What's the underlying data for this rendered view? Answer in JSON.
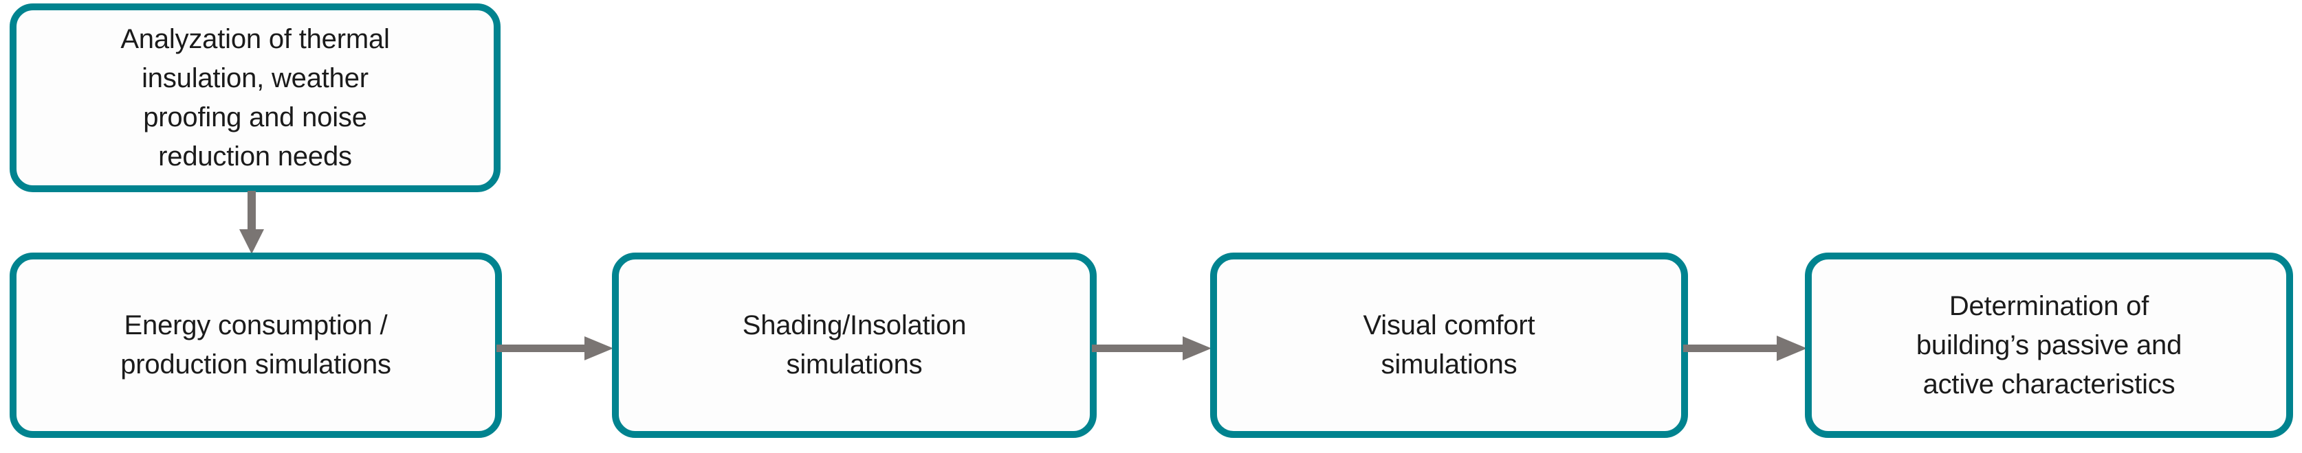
{
  "diagram": {
    "type": "flowchart",
    "orientation": "left-to-right with one vertical entry step",
    "background_color": "#ffffff",
    "node_border_color": "#00838f",
    "node_fill_color": "#fdfdfd",
    "node_text_color": "#1b1b1b",
    "connector_color": "#7a7573",
    "nodes": [
      {
        "id": "analysis",
        "label": "Analyzation of thermal\ninsulation, weather\nproofing and noise\nreduction needs",
        "shape": "rounded-rectangle",
        "row": "top"
      },
      {
        "id": "energy",
        "label": "Energy consumption /\nproduction simulations",
        "shape": "rounded-rectangle",
        "row": "main",
        "order": 1
      },
      {
        "id": "shading",
        "label": "Shading/Insolation\nsimulations",
        "shape": "rounded-rectangle",
        "row": "main",
        "order": 2
      },
      {
        "id": "visual",
        "label": "Visual comfort\nsimulations",
        "shape": "rounded-rectangle",
        "row": "main",
        "order": 3
      },
      {
        "id": "determination",
        "label": "Determination of\nbuilding’s passive and\nactive characteristics",
        "shape": "rounded-rectangle",
        "row": "main",
        "order": 4
      }
    ],
    "connectors": [
      {
        "id": "analysis-to-energy",
        "from": "analysis",
        "to": "energy",
        "direction": "down",
        "style": "solid-arrow"
      },
      {
        "id": "energy-to-shading",
        "from": "energy",
        "to": "shading",
        "direction": "right",
        "style": "solid-arrow"
      },
      {
        "id": "shading-to-visual",
        "from": "shading",
        "to": "visual",
        "direction": "right",
        "style": "solid-arrow"
      },
      {
        "id": "visual-to-determination",
        "from": "visual",
        "to": "determination",
        "direction": "right",
        "style": "solid-arrow"
      }
    ]
  }
}
